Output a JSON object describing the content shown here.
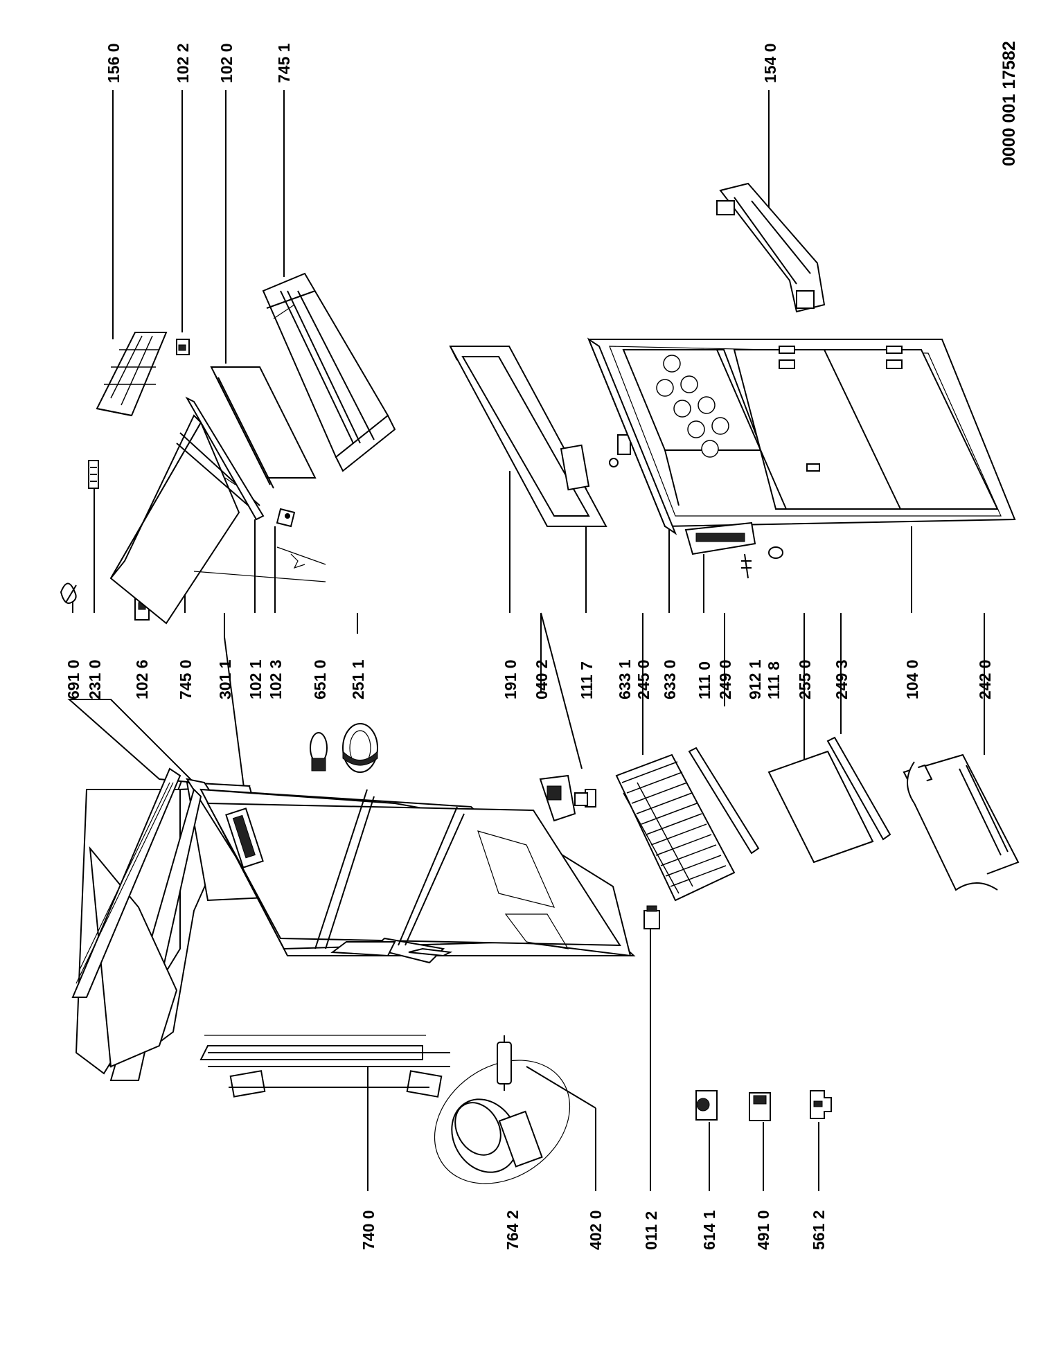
{
  "document_code": "0000 001 17582",
  "labels": {
    "l1560": "156 0",
    "l1022": "102 2",
    "l1020": "102 0",
    "l7451": "745 1",
    "l6910": "691 0",
    "l2310": "231 0",
    "l1026": "102 6",
    "l7450": "745 0",
    "l3011": "301 1",
    "l1021": "102 1",
    "l1023": "102 3",
    "l6510": "651 0",
    "l2511": "251 1",
    "l1910": "191 0",
    "l0402": "040 2",
    "l1117": "111 7",
    "l6331": "633 1",
    "l2450": "245 0",
    "l6330": "633 0",
    "l1110": "111 0",
    "l2490": "249 0",
    "l9121": "912 1",
    "l1118": "111 8",
    "l2550": "255 0",
    "l2493": "249 3",
    "l1040": "104 0",
    "l2420": "242 0",
    "l1540": "154 0",
    "l7400": "740 0",
    "l7642": "764 2",
    "l4020": "402 0",
    "l0112": "011 2",
    "l6141": "614 1",
    "l4910": "491 0",
    "l5612": "561 2"
  }
}
